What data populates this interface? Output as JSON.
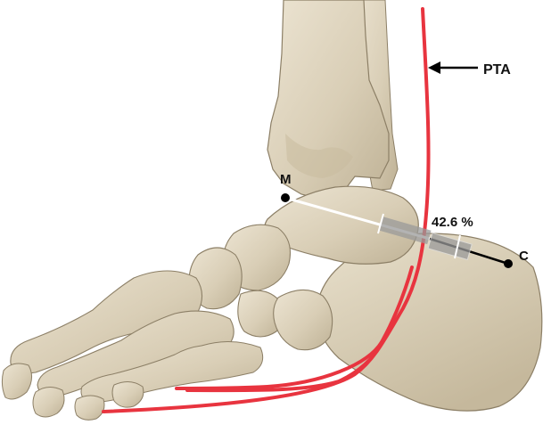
{
  "labels": {
    "artery": "PTA",
    "point_m": "M",
    "point_c": "C",
    "ratio": "42.6 %"
  },
  "colors": {
    "artery": "#e8343f",
    "bone_fill": "#ddd2bb",
    "bone_shadow": "#b8ab8f",
    "bone_outline": "#8c7f66",
    "measure_line": "#ffffff",
    "measure_tail": "#000000",
    "caliper": "#9a9a9a",
    "point": "#000000"
  },
  "measurement": {
    "ratio_percent": 42.6
  },
  "icons": {
    "pointer": "left-arrow-icon"
  }
}
